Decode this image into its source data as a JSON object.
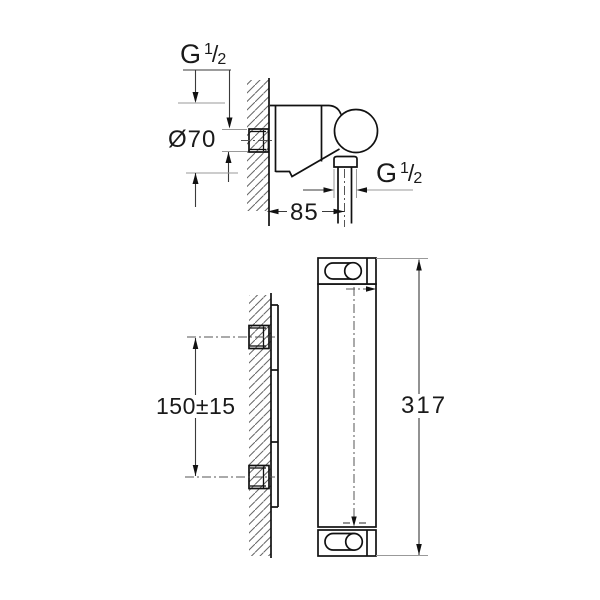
{
  "page": {
    "background": "#ffffff"
  },
  "labels": {
    "thread_top": {
      "prefix": "G",
      "num": "1",
      "slash": "/",
      "den": "2"
    },
    "diameter": "Ø70",
    "thread_outlet": {
      "prefix": "G",
      "num": "1",
      "slash": "/",
      "den": "2"
    },
    "dim_85": "85",
    "dim_150": "150±15",
    "dim_317": "317"
  },
  "colors": {
    "object_line": "#111111",
    "dimension_line": "#3a3a3a",
    "extension_line": "#999999",
    "hatch": "#666666",
    "background": "#ffffff"
  }
}
